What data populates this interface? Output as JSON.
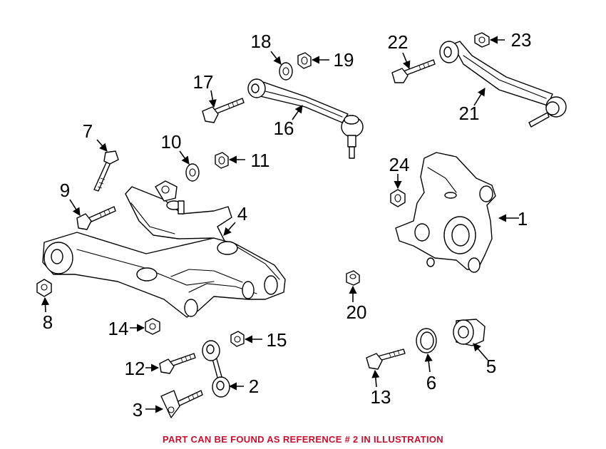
{
  "callouts": {
    "c1": "1",
    "c2": "2",
    "c3": "3",
    "c4": "4",
    "c5": "5",
    "c6": "6",
    "c7": "7",
    "c8": "8",
    "c9": "9",
    "c10": "10",
    "c11": "11",
    "c12": "12",
    "c13": "13",
    "c14": "14",
    "c15": "15",
    "c16": "16",
    "c17": "17",
    "c18": "18",
    "c19": "19",
    "c20": "20",
    "c21": "21",
    "c22": "22",
    "c23": "23",
    "c24": "24"
  },
  "footer": {
    "note": "PART CAN BE FOUND AS REFERENCE # 2 IN ILLUSTRATION",
    "color": "#c8102e"
  }
}
